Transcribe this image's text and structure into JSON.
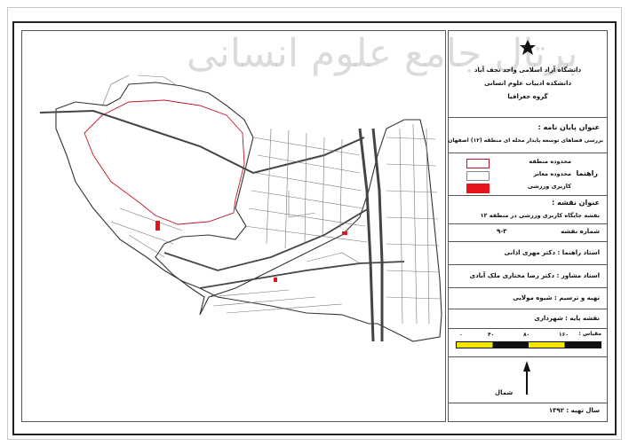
{
  "watermark": "پرتال جامع علوم انسانی",
  "header": {
    "logo": "university-emblem",
    "university": "دانشگاه آزاد اسلامی واحد نجف آباد",
    "faculty": "دانشکده ادبیات علوم انسانی",
    "department": "گروه جغرافیا"
  },
  "thesis": {
    "label": "عنوان پایان نامه :",
    "value": "بررسی فضاهای توسعه پایدار محله ای منطقه (۱۲) اصفهان"
  },
  "legend": {
    "title": "راهنما",
    "items": [
      {
        "label": "محدوده منطقه",
        "swatch": "#ffffff",
        "border": "#c0182a"
      },
      {
        "label": "محدوده معابر",
        "swatch": "#ffffff",
        "border": "#888888"
      },
      {
        "label": "کاربری ورزشی",
        "swatch": "#e8141c",
        "border": "#e8141c"
      }
    ]
  },
  "map_title": {
    "label": "عنوان نقشه :",
    "value": "نقشه جایگاه کاربری ورزشی در منطقه ۱۲"
  },
  "map_number": {
    "label": "شماره نقشه",
    "value": "۹-۳"
  },
  "advisor": "استاد راهنما : دکتر مهری اذانی",
  "consultant": "استاد مشاور : دکتر رضا مختاری ملک آبادی",
  "prepared_by": "تهیه و ترسیم : شیوه مولایی",
  "base_map": "نقشه پایه : شهرداری",
  "scale": {
    "label": "مقیاس :",
    "ticks": [
      "۰",
      "۴۰",
      "۸۰",
      "۱۶۰"
    ]
  },
  "north": "شمال",
  "year": "سال تهیه : ۱۳۹۲",
  "colors": {
    "boundary": "#c0182a",
    "sport": "#e8141c",
    "roads": "#555555",
    "frame": "#222222"
  }
}
